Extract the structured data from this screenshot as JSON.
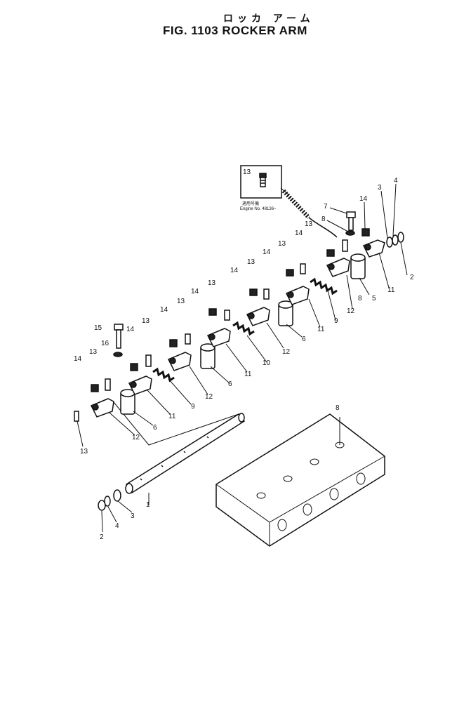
{
  "figure": {
    "title_jp": "ロッカ アーム",
    "title": "FIG. 1103  ROCKER ARM"
  },
  "inset": {
    "label": "13",
    "note_jp": "適用号機",
    "note": "Engine No. 48136~"
  },
  "callouts": [
    {
      "id": "c1",
      "text": "4"
    },
    {
      "id": "c2",
      "text": "3"
    },
    {
      "id": "c3",
      "text": "14"
    },
    {
      "id": "c4",
      "text": "7"
    },
    {
      "id": "c5",
      "text": "8"
    },
    {
      "id": "c6",
      "text": "13"
    },
    {
      "id": "c7",
      "text": "14"
    },
    {
      "id": "c8",
      "text": "2"
    },
    {
      "id": "c9",
      "text": "11"
    },
    {
      "id": "c10",
      "text": "5"
    },
    {
      "id": "c11",
      "text": "8"
    },
    {
      "id": "c12",
      "text": "12"
    },
    {
      "id": "c13",
      "text": "13"
    },
    {
      "id": "c14",
      "text": "14"
    },
    {
      "id": "c15",
      "text": "9"
    },
    {
      "id": "c16",
      "text": "13"
    },
    {
      "id": "c17",
      "text": "14"
    },
    {
      "id": "c18",
      "text": "11"
    },
    {
      "id": "c19",
      "text": "6"
    },
    {
      "id": "c20",
      "text": "13"
    },
    {
      "id": "c21",
      "text": "14"
    },
    {
      "id": "c22",
      "text": "12"
    },
    {
      "id": "c23",
      "text": "10"
    },
    {
      "id": "c24",
      "text": "13"
    },
    {
      "id": "c25",
      "text": "14"
    },
    {
      "id": "c26",
      "text": "11"
    },
    {
      "id": "c27",
      "text": "6"
    },
    {
      "id": "c28",
      "text": "15"
    },
    {
      "id": "c29",
      "text": "16"
    },
    {
      "id": "c30",
      "text": "14"
    },
    {
      "id": "c31",
      "text": "13"
    },
    {
      "id": "c32",
      "text": "12"
    },
    {
      "id": "c33",
      "text": "9"
    },
    {
      "id": "c34",
      "text": "13"
    },
    {
      "id": "c35",
      "text": "14"
    },
    {
      "id": "c36",
      "text": "11"
    },
    {
      "id": "c37",
      "text": "6"
    },
    {
      "id": "c38",
      "text": "12"
    },
    {
      "id": "c39",
      "text": "13"
    },
    {
      "id": "c40",
      "text": "8"
    },
    {
      "id": "c41",
      "text": "2"
    },
    {
      "id": "c42",
      "text": "4"
    },
    {
      "id": "c43",
      "text": "3"
    },
    {
      "id": "c44",
      "text": "1"
    }
  ]
}
